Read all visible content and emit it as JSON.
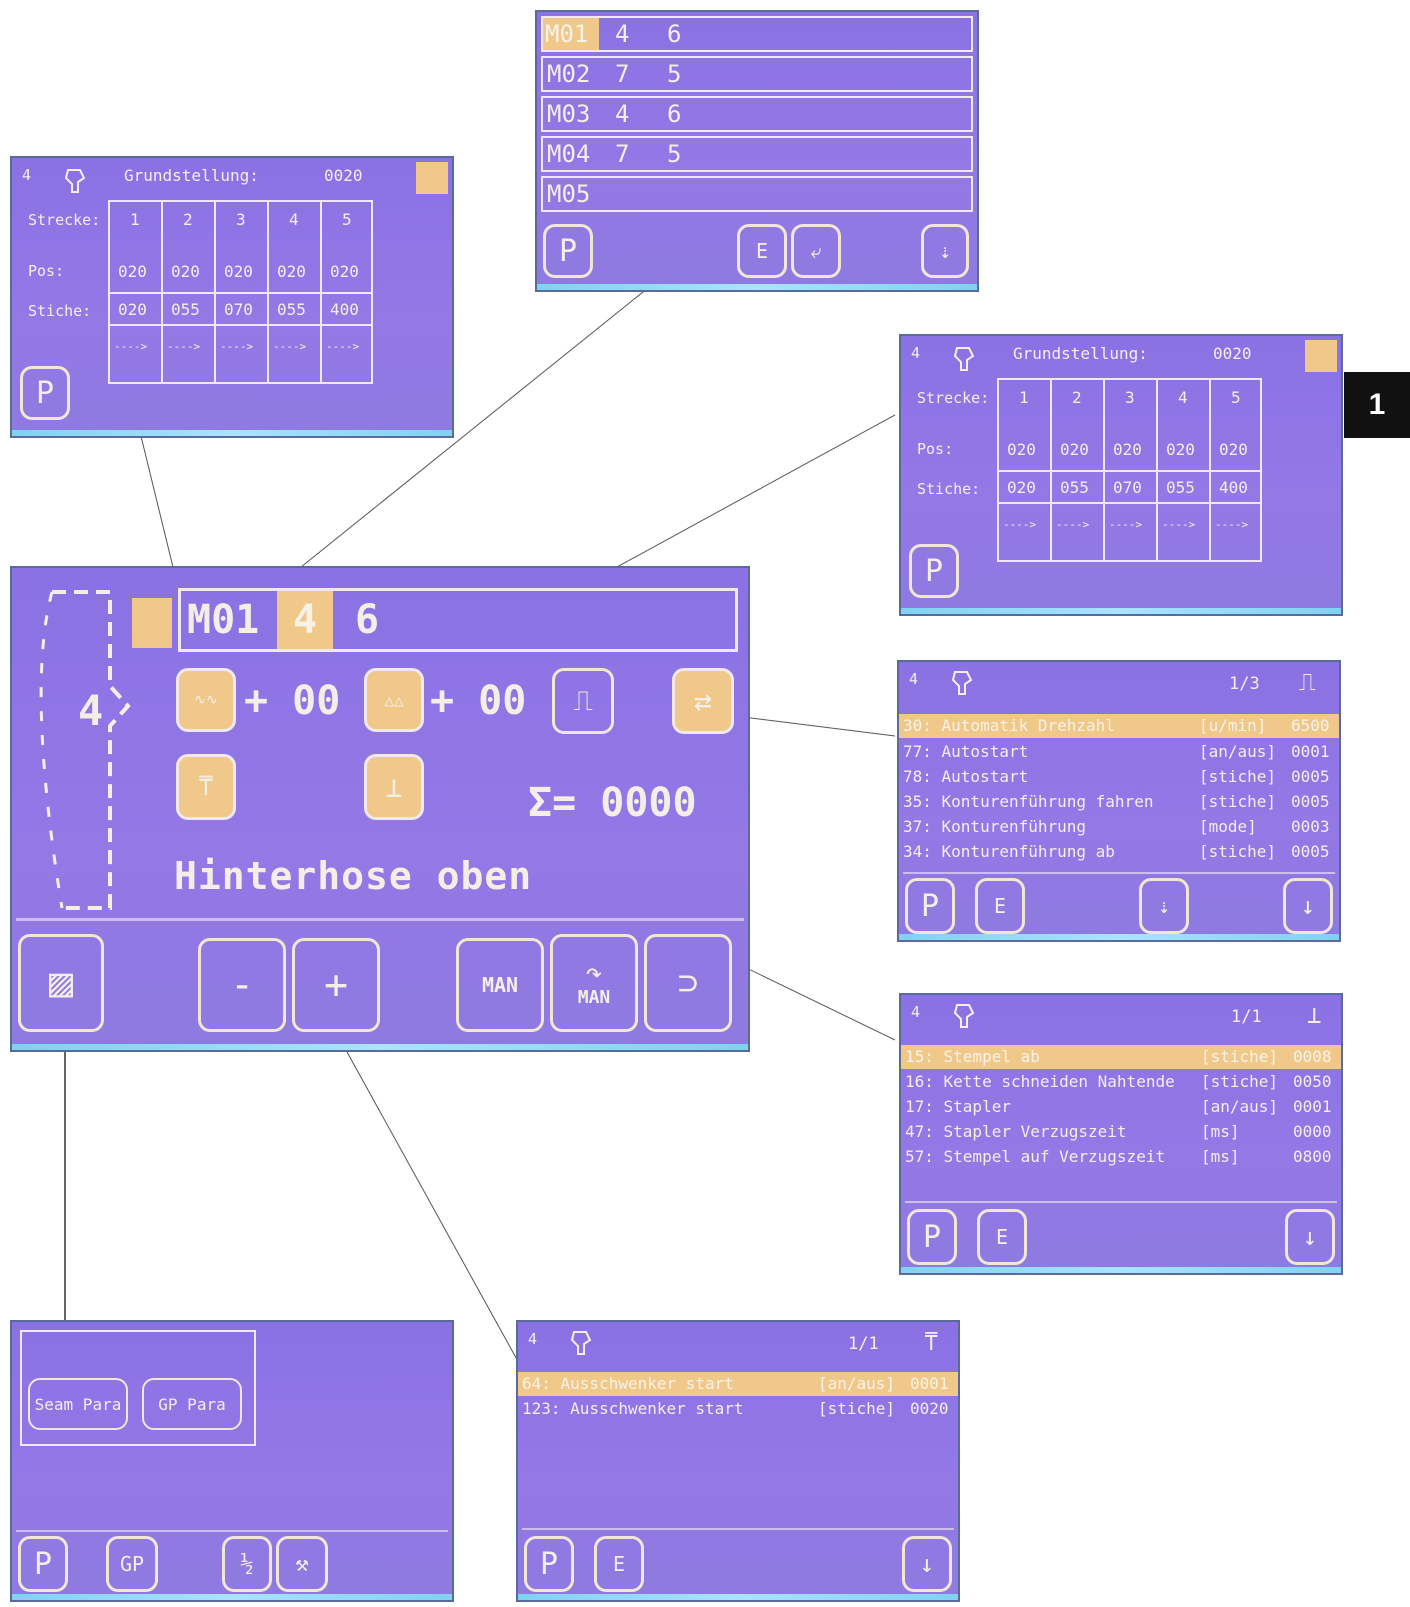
{
  "grund": {
    "num": "4",
    "title": "Grundstellung:",
    "value": "0020",
    "strecke_label": "Strecke:",
    "pos_label": "Pos:",
    "stiche_label": "Stiche:",
    "cols": [
      "1",
      "2",
      "3",
      "4",
      "5"
    ],
    "pos": [
      "020",
      "020",
      "020",
      "020",
      "020"
    ],
    "stiche": [
      "020",
      "055",
      "070",
      "055",
      "400"
    ],
    "arrows": [
      "---->",
      "---->",
      "---->",
      "---->",
      "---->"
    ],
    "p": "P"
  },
  "memlist": {
    "rows": [
      {
        "id": "M01",
        "a": "4",
        "b": "6"
      },
      {
        "id": "M02",
        "a": "7",
        "b": "5"
      },
      {
        "id": "M03",
        "a": "4",
        "b": "6"
      },
      {
        "id": "M04",
        "a": "7",
        "b": "5"
      },
      {
        "id": "M05",
        "a": "",
        "b": ""
      }
    ],
    "p": "P",
    "e": "E"
  },
  "badge": "1",
  "main": {
    "side_num": "4",
    "program": "M01",
    "a": "4",
    "b": "6",
    "offset1": "+ 00",
    "offset2": "+ 00",
    "sum": "Σ= 0000",
    "seam_name": "Hinterhose oben",
    "minus": "-",
    "plus": "+",
    "man": "MAN",
    "man2": "MAN"
  },
  "speed": {
    "num": "4",
    "page": "1/3",
    "rows": [
      {
        "label": "30: Automatik Drehzahl",
        "unit": "[u/min]",
        "val": "6500"
      },
      {
        "label": "77: Autostart",
        "unit": "[an/aus]",
        "val": "0001"
      },
      {
        "label": "78: Autostart",
        "unit": "[stiche]",
        "val": "0005"
      },
      {
        "label": "35: Konturenführung fahren",
        "unit": "[stiche]",
        "val": "0005"
      },
      {
        "label": "37: Konturenführung",
        "unit": "[mode]",
        "val": "0003"
      },
      {
        "label": "34: Konturenführung ab",
        "unit": "[stiche]",
        "val": "0005"
      }
    ],
    "p": "P",
    "e": "E"
  },
  "stempel": {
    "num": "4",
    "page": "1/1",
    "rows": [
      {
        "label": "15: Stempel ab",
        "unit": "[stiche]",
        "val": "0008"
      },
      {
        "label": "16: Kette schneiden Nahtende",
        "unit": "[stiche]",
        "val": "0050"
      },
      {
        "label": "17: Stapler",
        "unit": "[an/aus]",
        "val": "0001"
      },
      {
        "label": "47: Stapler Verzugszeit",
        "unit": "[ms]",
        "val": "0000"
      },
      {
        "label": "57: Stempel auf Verzugszeit",
        "unit": "[ms]",
        "val": "0800"
      }
    ],
    "p": "P",
    "e": "E"
  },
  "ausschw": {
    "num": "4",
    "page": "1/1",
    "rows": [
      {
        "label": "64: Ausschwenker start",
        "unit": "[an/aus]",
        "val": "0001"
      },
      {
        "label": "123: Ausschwenker start",
        "unit": "[stiche]",
        "val": "0020"
      }
    ],
    "p": "P",
    "e": "E"
  },
  "params": {
    "seam": "Seam Para",
    "gp": "GP Para",
    "p": "P",
    "gp_btn": "GP"
  },
  "colors": {
    "panel": "#8f76e4",
    "highlight": "#f0c98a",
    "text": "#f4efe6"
  }
}
